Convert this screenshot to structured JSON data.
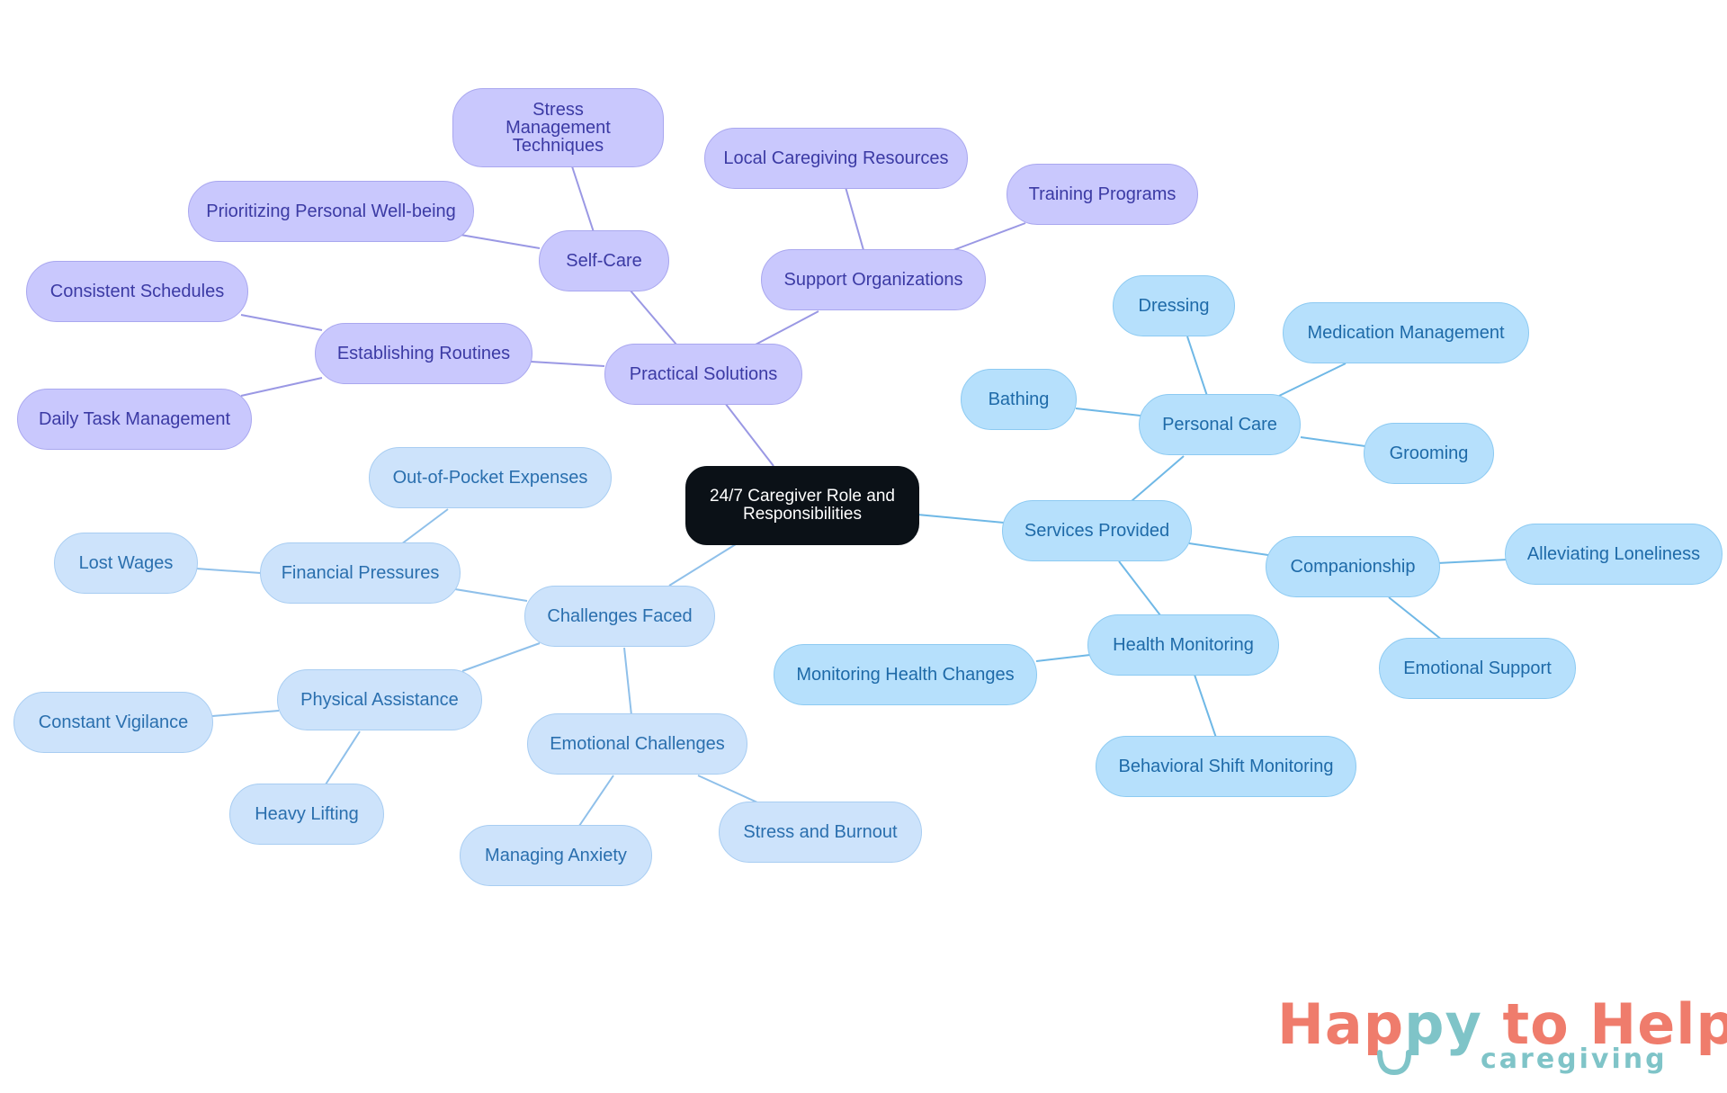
{
  "root": "24/7 Caregiver Role and Responsibilities",
  "branches": {
    "practical_solutions": {
      "label": "Practical Solutions",
      "self_care": {
        "label": "Self-Care",
        "children": [
          "Stress Management Techniques",
          "Prioritizing Personal Well-being"
        ]
      },
      "support_organizations": {
        "label": "Support Organizations",
        "children": [
          "Local Caregiving Resources",
          "Training Programs"
        ]
      },
      "establishing_routines": {
        "label": "Establishing Routines",
        "children": [
          "Consistent Schedules",
          "Daily Task Management"
        ]
      }
    },
    "services_provided": {
      "label": "Services Provided",
      "personal_care": {
        "label": "Personal Care",
        "children": [
          "Dressing",
          "Medication Management",
          "Bathing",
          "Grooming"
        ]
      },
      "companionship": {
        "label": "Companionship",
        "children": [
          "Alleviating Loneliness",
          "Emotional Support"
        ]
      },
      "health_monitoring": {
        "label": "Health Monitoring",
        "children": [
          "Monitoring Health Changes",
          "Behavioral Shift Monitoring"
        ]
      }
    },
    "challenges_faced": {
      "label": "Challenges Faced",
      "financial_pressures": {
        "label": "Financial Pressures",
        "children": [
          "Out-of-Pocket Expenses",
          "Lost Wages"
        ]
      },
      "physical_assistance": {
        "label": "Physical Assistance",
        "children": [
          "Constant Vigilance",
          "Heavy Lifting"
        ]
      },
      "emotional_challenges": {
        "label": "Emotional Challenges",
        "children": [
          "Managing Anxiety",
          "Stress and Burnout"
        ]
      }
    }
  },
  "logo": {
    "word_1a": "Hap",
    "word_1b": "py",
    "word_2": " to Help",
    "tagline": "caregiving"
  },
  "colors": {
    "root_fill": "#0b1117",
    "practical_fill": "#c9c8fd",
    "practical_line": "#9a98e4",
    "services_fill": "#b6e0fc",
    "services_line": "#6fb8e6",
    "challenges_fill": "#cde3fb",
    "challenges_line": "#8fc0ea",
    "logo_coral": "#ef7c6c",
    "logo_teal": "#7fc4c8"
  }
}
